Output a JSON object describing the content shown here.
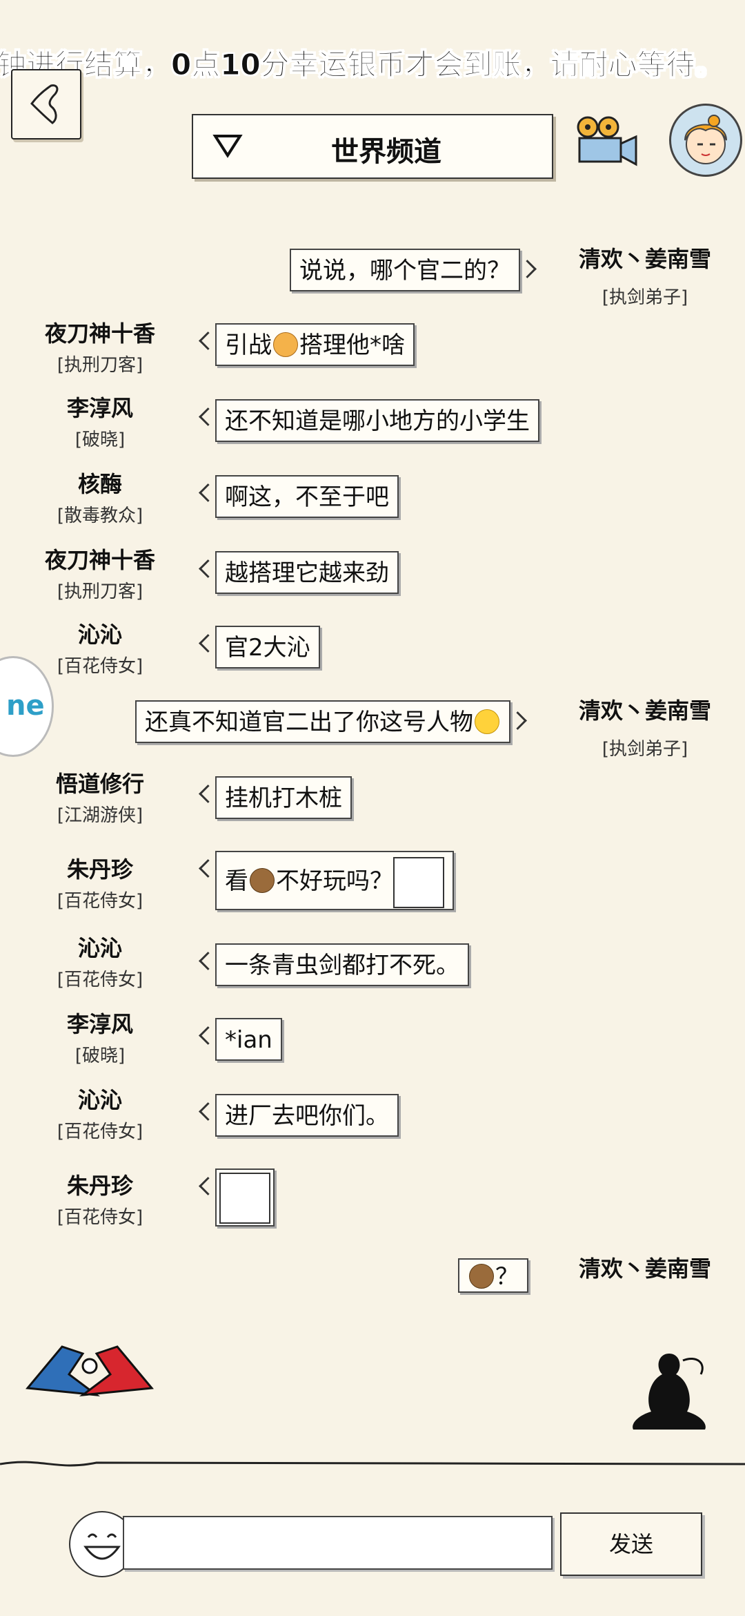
{
  "ticker": {
    "text": "钟进行结算，0点10分幸运银币才会到账，请耐心等待。"
  },
  "header": {
    "channel_title": "世界频道"
  },
  "side_tab": {
    "label": "ne"
  },
  "messages": [
    {
      "name": "清欢丶姜南雪",
      "tag": "[执剑弟子]",
      "text": "说说，哪个官二的？",
      "side": "right"
    },
    {
      "name": "夜刀神十香",
      "tag": "[执刑刀客]",
      "text_before": "引战",
      "text_after": "搭理他*啥",
      "side": "left"
    },
    {
      "name": "李淳风",
      "tag": "[破晓]",
      "text": "还不知道是哪小地方的小学生",
      "side": "left"
    },
    {
      "name": "核酶",
      "tag": "[散毒教众]",
      "text": "啊这，不至于吧",
      "side": "left"
    },
    {
      "name": "夜刀神十香",
      "tag": "[执刑刀客]",
      "text": "越搭理它越来劲",
      "side": "left"
    },
    {
      "name": "沁沁",
      "tag": "[百花侍女]",
      "text": "官2大沁",
      "side": "left"
    },
    {
      "name": "清欢丶姜南雪",
      "tag": "[执剑弟子]",
      "text": "还真不知道官二出了你这号人物",
      "side": "right"
    },
    {
      "name": "悟道修行",
      "tag": "[江湖游侠]",
      "text": "挂机打木桩",
      "side": "left"
    },
    {
      "name": "朱丹珍",
      "tag": "[百花侍女]",
      "text_before": "看",
      "text_after": "不好玩吗？",
      "side": "left"
    },
    {
      "name": "沁沁",
      "tag": "[百花侍女]",
      "text": "一条青虫剑都打不死。",
      "side": "left"
    },
    {
      "name": "李淳风",
      "tag": "[破晓]",
      "text": "*ian",
      "side": "left"
    },
    {
      "name": "沁沁",
      "tag": "[百花侍女]",
      "text": "进厂去吧你们。",
      "side": "left"
    },
    {
      "name": "朱丹珍",
      "tag": "[百花侍女]",
      "text": "",
      "side": "left"
    },
    {
      "name": "清欢丶姜南雪",
      "tag": "",
      "text": "？",
      "side": "right"
    }
  ],
  "footer": {
    "send_label": "发送",
    "input_value": ""
  }
}
